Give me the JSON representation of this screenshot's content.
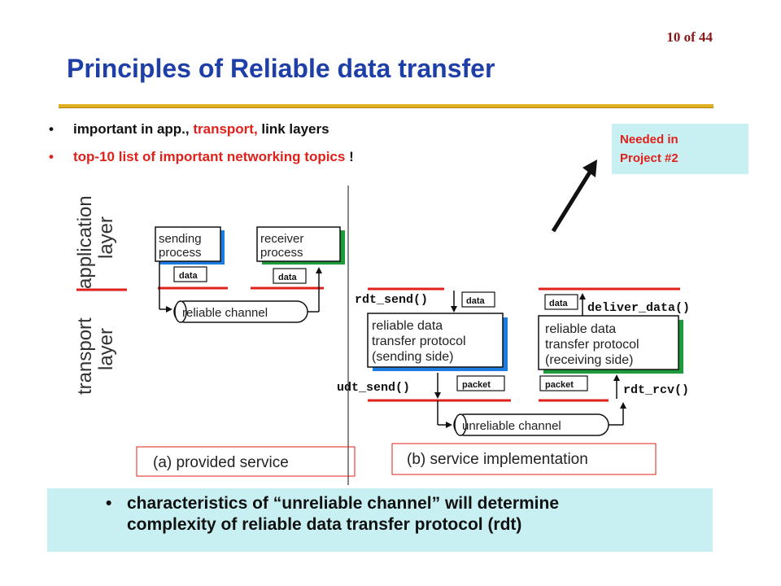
{
  "slide_number": "10 of 44",
  "title": "Principles of Reliable data transfer",
  "bullets": {
    "b1_pre": "important in app., ",
    "b1_hl": "transport,",
    "b1_post": " link layers",
    "b2_main": "top-10 list of important networking topics ",
    "b2_end": "!"
  },
  "note": {
    "line1": "Needed in",
    "line2": "Project #2"
  },
  "diagram": {
    "layer_app_1": "application",
    "layer_app_2": "layer",
    "layer_trans_1": "transport",
    "layer_trans_2": "layer",
    "sending_1": "sending",
    "sending_2": "process",
    "receiver_1": "receiver",
    "receiver_2": "process",
    "data": "data",
    "reliable_channel": "reliable channel",
    "caption_a": "(a)  provided service",
    "rdt_send": "rdt_send()",
    "udt_send": "udt_send()",
    "deliver_data": "deliver_data()",
    "rdt_rcv": "rdt_rcv()",
    "packet": "packet",
    "send_proto_1": "reliable data",
    "send_proto_2": "transfer protocol",
    "send_proto_3": "(sending side)",
    "recv_proto_1": "reliable data",
    "recv_proto_2": "transfer protocol",
    "recv_proto_3": "(receiving side)",
    "unreliable_channel": "unreliable channel",
    "caption_b": "(b)  service implementation"
  },
  "bottom": {
    "line1": "characteristics of “unreliable channel” will determine",
    "line2": "complexity of reliable data transfer protocol (rdt)"
  },
  "colors": {
    "title": "#1f3fa8",
    "accent_red": "#e0201a",
    "rule_gold": "#e0b020",
    "note_bg": "#c8f0f2",
    "process_shadow_blue": "#1e7be0",
    "process_shadow_green": "#1f9a3a"
  }
}
